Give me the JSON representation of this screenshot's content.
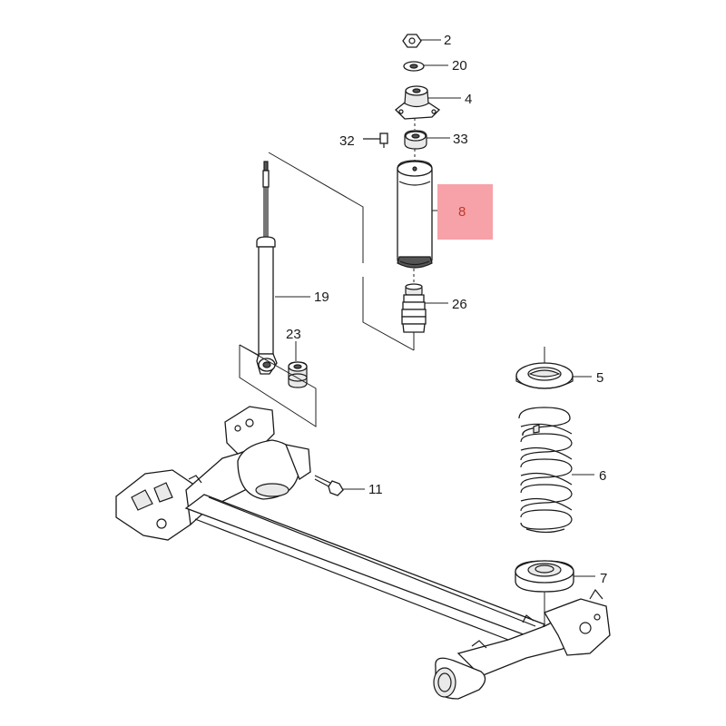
{
  "diagram": {
    "highlight_color": "#f6a2a8",
    "highlighted_part": "8",
    "callouts": {
      "c2": "2",
      "c20": "20",
      "c4": "4",
      "c32": "32",
      "c33": "33",
      "c8": "8",
      "c19": "19",
      "c26": "26",
      "c23": "23",
      "c5": "5",
      "c11": "11",
      "c6": "6",
      "c7": "7"
    }
  }
}
